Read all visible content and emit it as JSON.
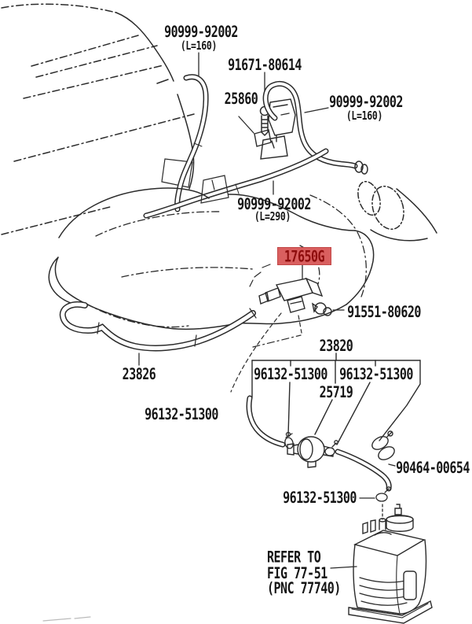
{
  "diagram": {
    "title_context": "vacuum hose and charcoal canister parts diagram",
    "colors": {
      "line": "#2b2b2b",
      "highlight_bg": "#d95f5f",
      "highlight_text": "#8e0d0d"
    },
    "labels": {
      "hose_top": {
        "number": "90999-92002",
        "length": "(L=160)"
      },
      "bolt": {
        "number": "91671-80614"
      },
      "bracket": {
        "number": "25860"
      },
      "hose_right": {
        "number": "90999-92002",
        "length": "(L=160)"
      },
      "hose_long": {
        "number": "90999-92002",
        "length": "(L=290)"
      },
      "vsv": {
        "number": "17650G",
        "highlighted": true
      },
      "check_valve": {
        "number": "91551-80620"
      },
      "hose_lower": {
        "number": "23826"
      },
      "pipe_assy": {
        "number": "23820"
      },
      "clamp_left": {
        "number": "96132-51300"
      },
      "clamp_a": {
        "number": "96132-51300"
      },
      "clamp_b": {
        "number": "96132-51300"
      },
      "fuel_valve": {
        "number": "25719"
      },
      "hose_clamp": {
        "number": "90464-00654"
      },
      "clamp_bottom": {
        "number": "96132-51300"
      },
      "note": {
        "line1": "REFER TO",
        "line2": "FIG 77-51",
        "line3": "(PNC 77740)"
      }
    }
  }
}
